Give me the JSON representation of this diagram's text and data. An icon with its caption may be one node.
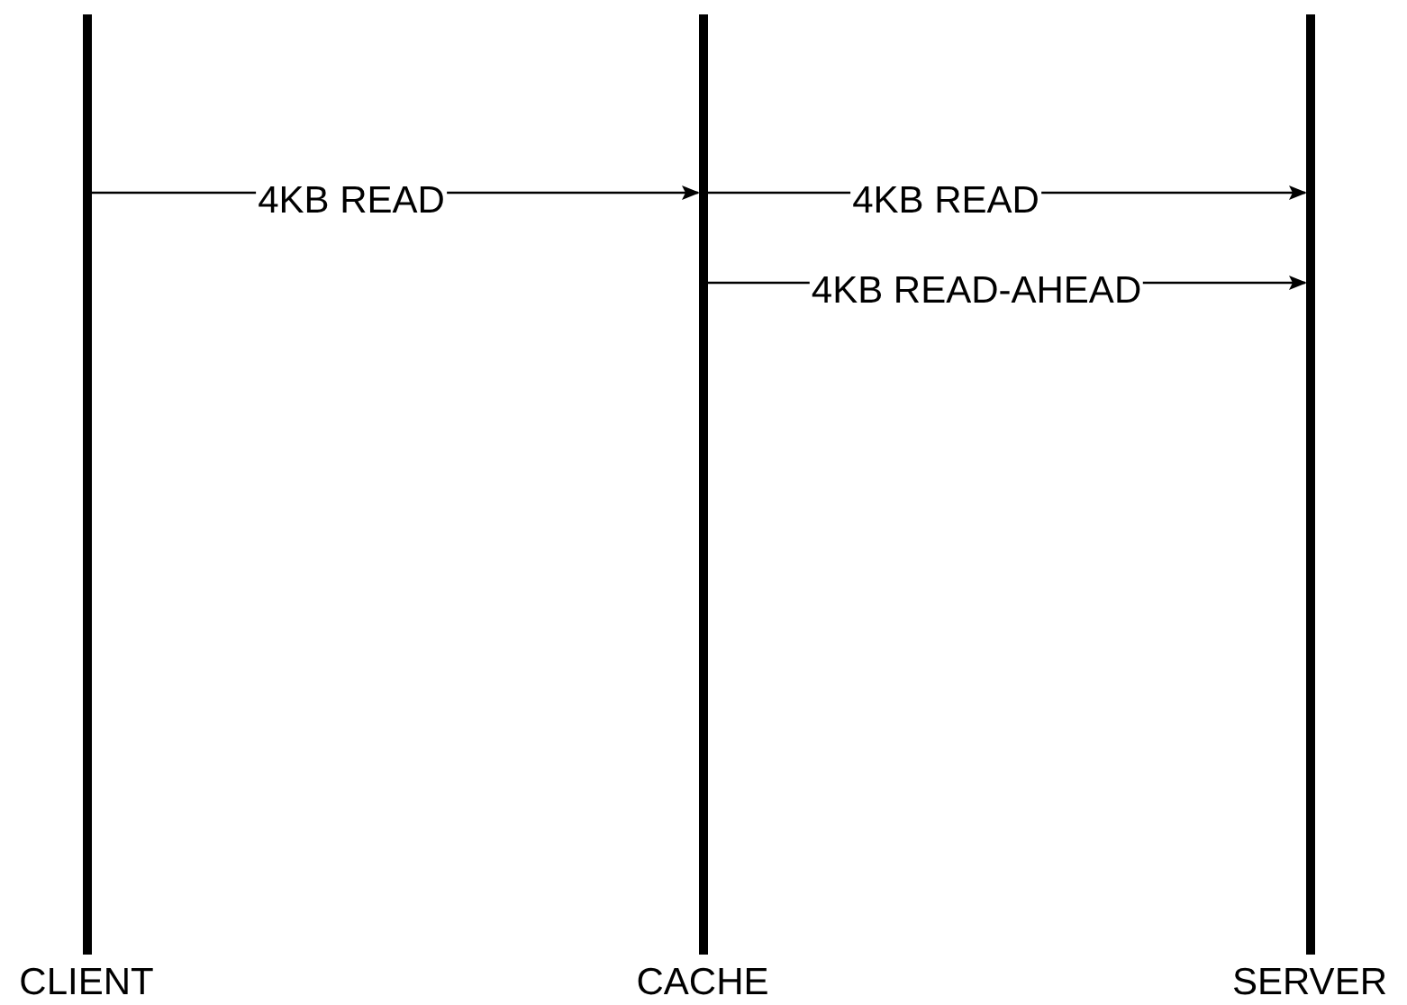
{
  "diagram": {
    "nodes": [
      {
        "text": [
          "CLIENT"
        ]
      },
      {
        "text": [
          "CACHE"
        ]
      },
      {
        "text": [
          "SERVER"
        ]
      }
    ],
    "edges": [
      {
        "from": 0,
        "to": 1,
        "arrow": "to",
        "label": "4KB READ"
      },
      {
        "from": 1,
        "to": 2,
        "arrow": "to",
        "label": "4KB READ"
      },
      {
        "from": 1,
        "to": 2,
        "arrow": "to",
        "label": "4KB READ-AHEAD"
      }
    ]
  }
}
